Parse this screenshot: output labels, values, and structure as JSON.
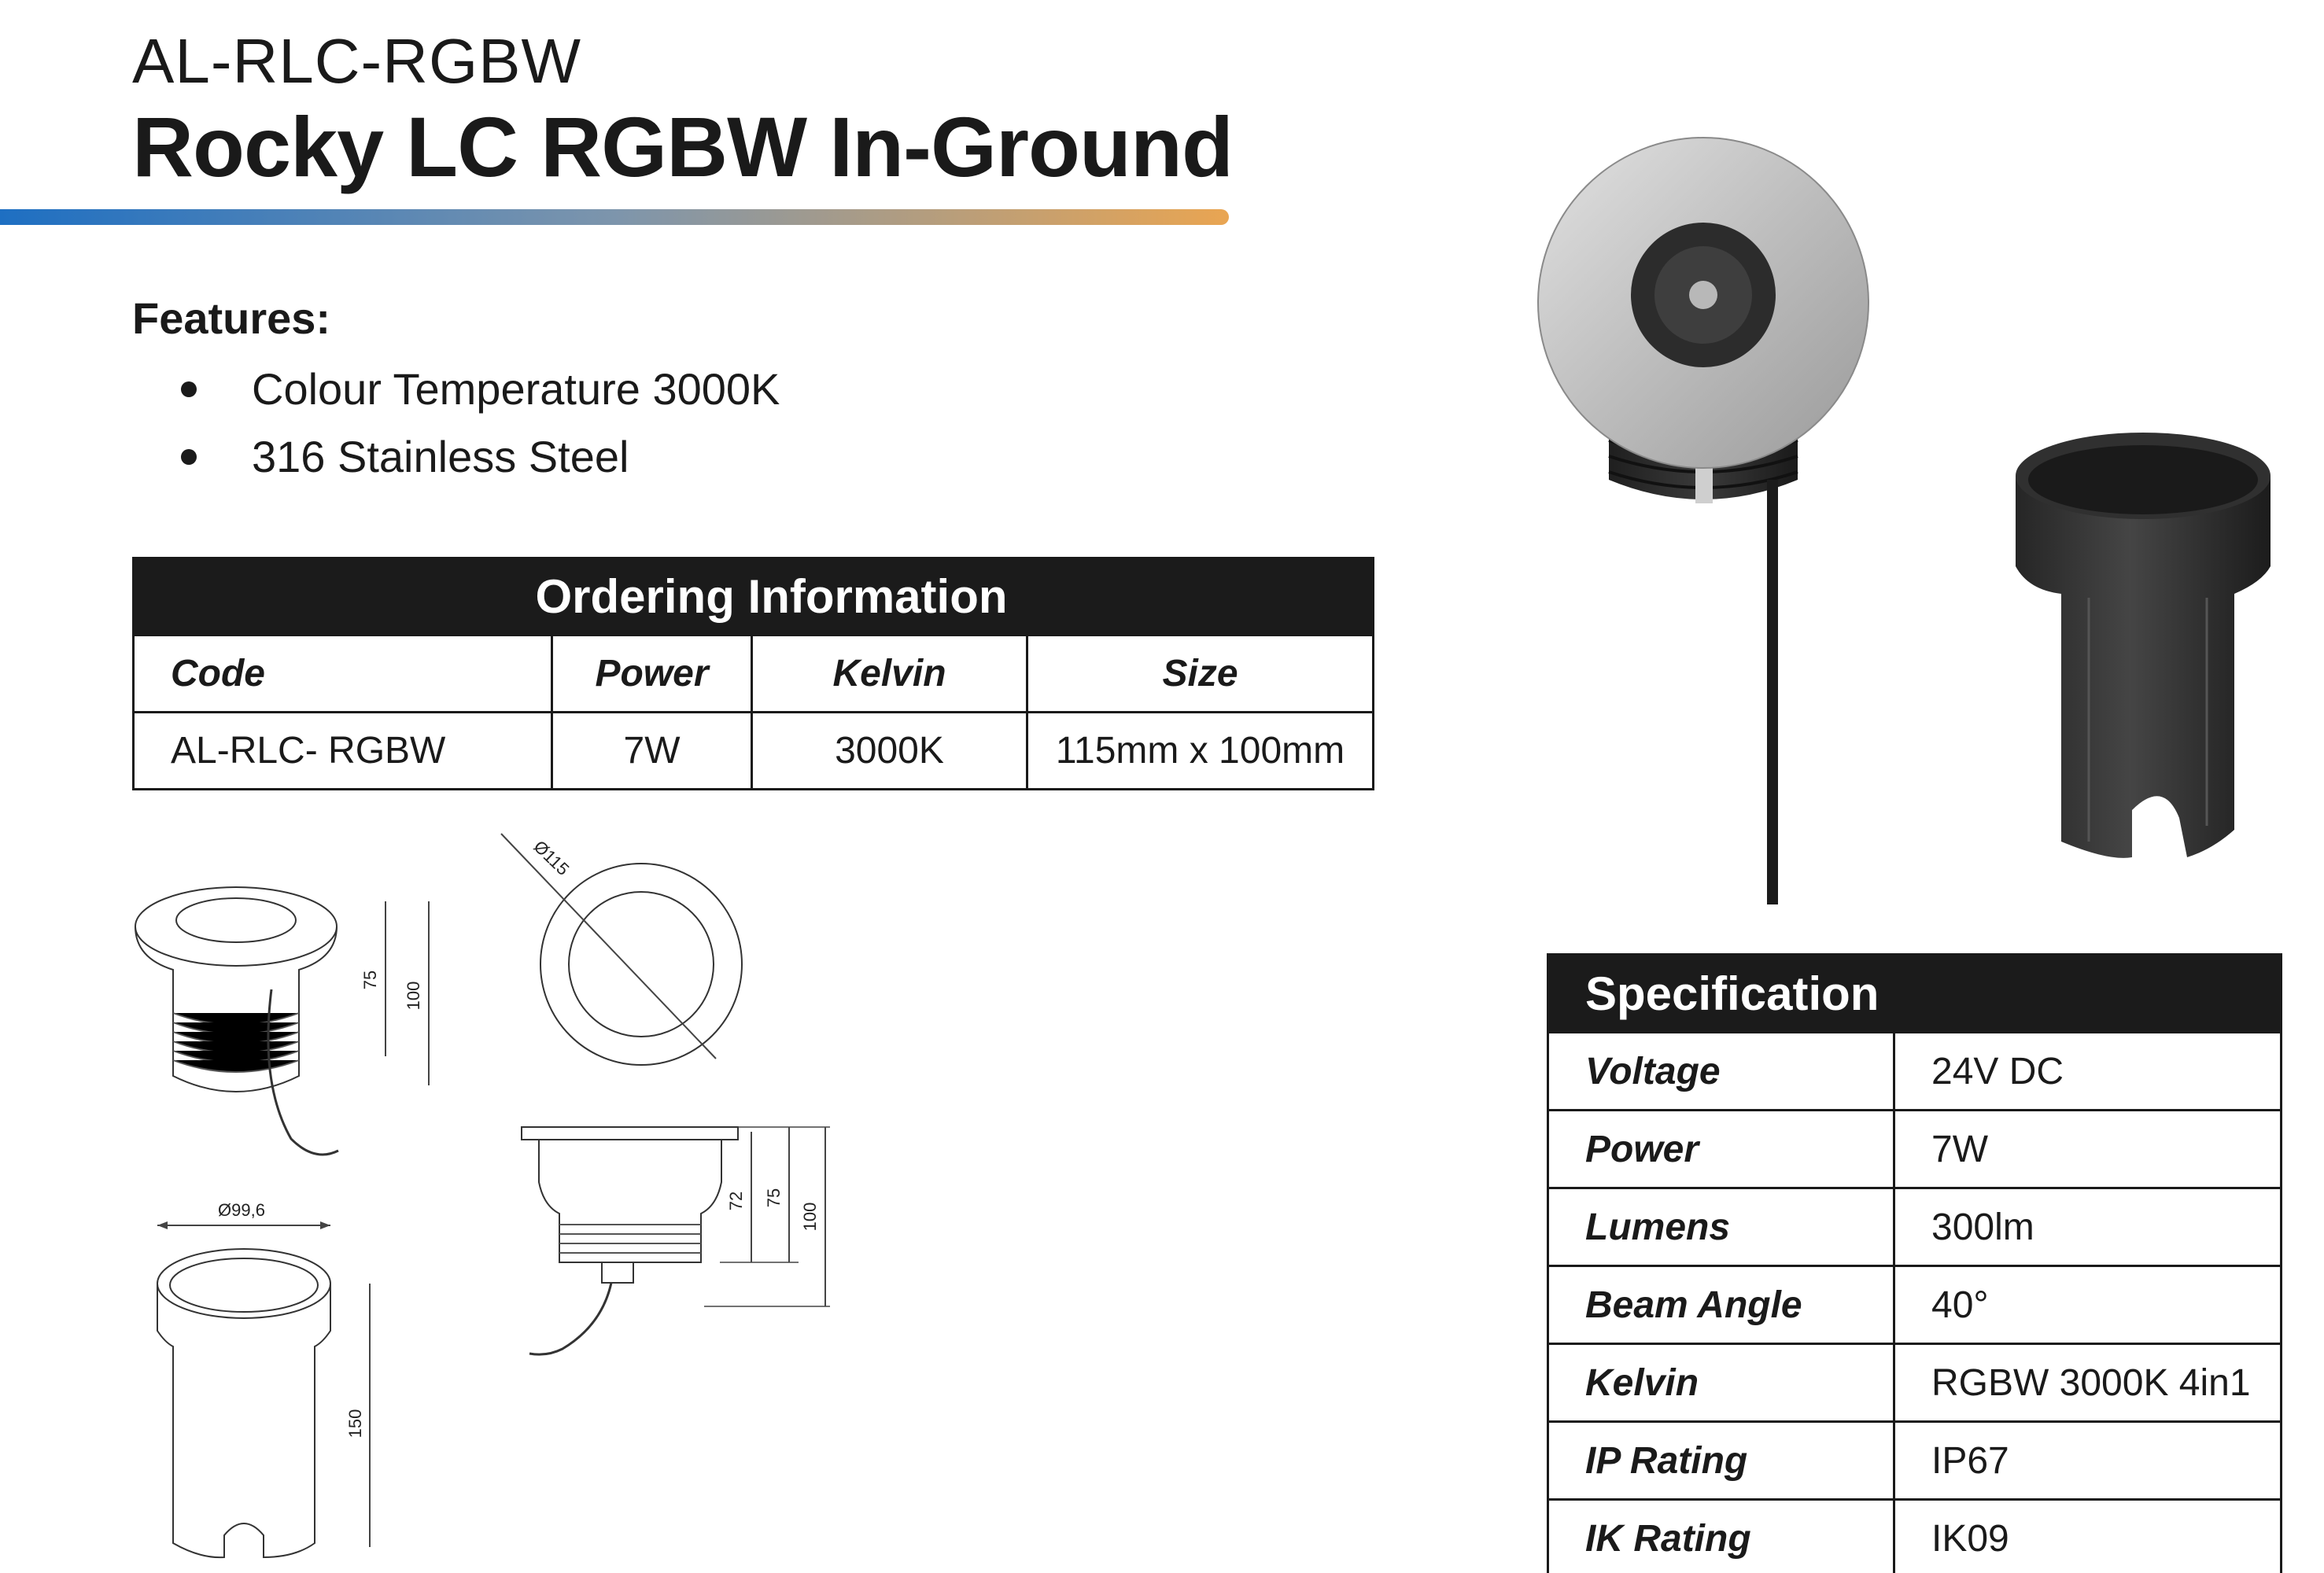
{
  "header": {
    "code": "AL-RLC-RGBW",
    "title": "Rocky LC RGBW In-Ground",
    "bar_gradient": [
      "#1e6fc2",
      "#7d95ac",
      "#e9a552"
    ]
  },
  "features": {
    "heading": "Features:",
    "items": [
      "Colour Temperature 3000K",
      "316 Stainless Steel"
    ]
  },
  "ordering": {
    "title": "Ordering Information",
    "columns": [
      "Code",
      "Power",
      "Kelvin",
      "Size"
    ],
    "rows": [
      [
        "AL-RLC- RGBW",
        "7W",
        "3000K",
        "115mm x 100mm"
      ]
    ]
  },
  "specification": {
    "title": "Specification",
    "rows": [
      {
        "label": "Voltage",
        "value": "24V DC"
      },
      {
        "label": "Power",
        "value": "7W"
      },
      {
        "label": "Lumens",
        "value": "300lm"
      },
      {
        "label": "Beam Angle",
        "value": "40°"
      },
      {
        "label": "Kelvin",
        "value": "RGBW 3000K 4in1"
      },
      {
        "label": "IP Rating",
        "value": "IP67"
      },
      {
        "label": "IK Rating",
        "value": "IK09"
      }
    ]
  },
  "drawings": {
    "fixture_side": {
      "height_a": "75",
      "height_b": "100"
    },
    "fixture_top": {
      "diameter": "Ø115"
    },
    "fixture_section": {
      "h1": "72",
      "h2": "75",
      "h3": "100"
    },
    "sleeve": {
      "diameter": "Ø99,6",
      "height": "150"
    }
  },
  "colors": {
    "text": "#1a1a1a",
    "table_header": "#1b1b1b",
    "table_header_text": "#ffffff"
  }
}
